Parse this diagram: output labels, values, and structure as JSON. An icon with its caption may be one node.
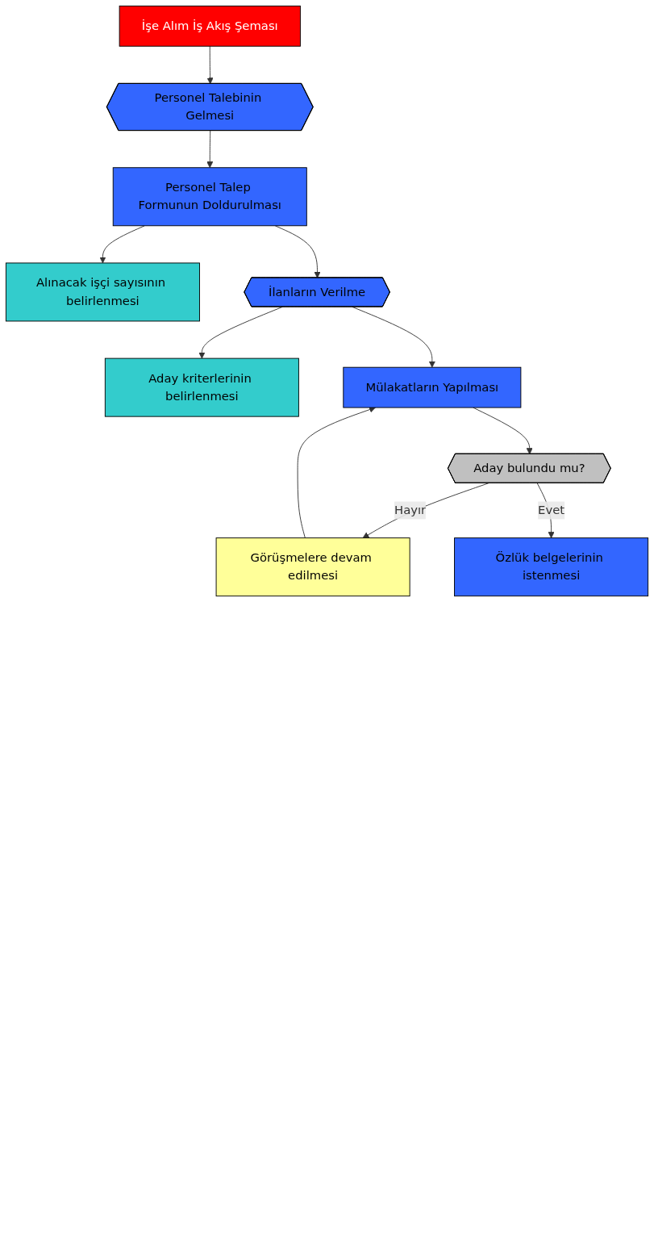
{
  "diagram": {
    "nodes": [
      {
        "text": [
          "İşe Alım İş Akış Şeması"
        ]
      },
      {
        "text": [
          "Personel Talebinin Gelmesi"
        ]
      },
      {
        "text": [
          "Personel Talep Formunun Doldurulması"
        ]
      },
      {
        "text": [
          "Alınacak işçi sayısının belirlenmesi"
        ]
      },
      {
        "text": [
          "İlanların Verilme"
        ]
      },
      {
        "text": [
          "Aday kriterlerinin belirlenmesi"
        ]
      },
      {
        "text": [
          "Mülakatların Yapılması"
        ]
      },
      {
        "text": [
          "Aday bulundu mu?"
        ]
      },
      {
        "text": [
          "Görüşmelere devam edilmesi"
        ]
      },
      {
        "text": [
          "Özlük belgelerinin istenmesi"
        ]
      }
    ],
    "edges": [
      {
        "from": 0,
        "to": 1,
        "arrow": "to"
      },
      {
        "from": 1,
        "to": 2,
        "arrow": "to"
      },
      {
        "from": 2,
        "to": 3,
        "arrow": "to"
      },
      {
        "from": 2,
        "to": 4,
        "arrow": "to"
      },
      {
        "from": 4,
        "to": 5,
        "arrow": "to"
      },
      {
        "from": 4,
        "to": 6,
        "arrow": "to"
      },
      {
        "from": 6,
        "to": 7,
        "arrow": "to"
      },
      {
        "from": 7,
        "to": 8,
        "label": "Hayır",
        "arrow": "to"
      },
      {
        "from": 8,
        "to": 6,
        "arrow": "to"
      },
      {
        "from": 7,
        "to": 9,
        "label": "Evet",
        "arrow": "to"
      }
    ]
  }
}
